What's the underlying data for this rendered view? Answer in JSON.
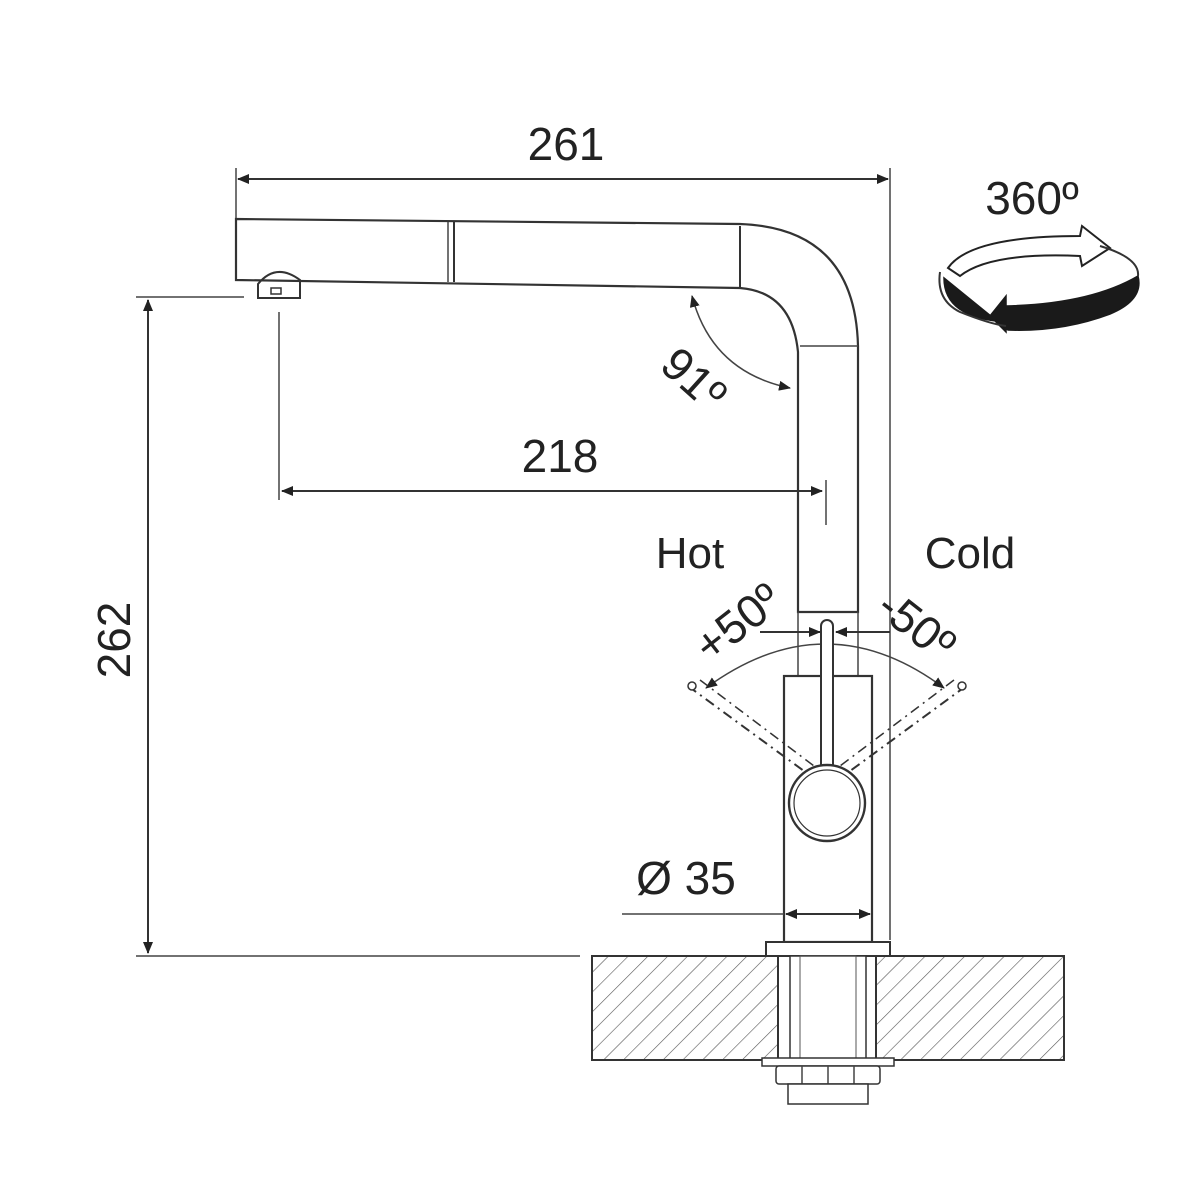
{
  "dimensions": {
    "overall_length": "261",
    "reach": "218",
    "height": "262",
    "spout_angle": "91º",
    "base_diameter": "Ø 35"
  },
  "rotation": {
    "label": "360º"
  },
  "lever": {
    "hot_label": "Hot",
    "cold_label": "Cold",
    "hot_angle": "+50º",
    "cold_angle": "-50º"
  },
  "colors": {
    "line": "#333333",
    "text": "#222222",
    "arrow_fill": "#1a1a1a"
  }
}
